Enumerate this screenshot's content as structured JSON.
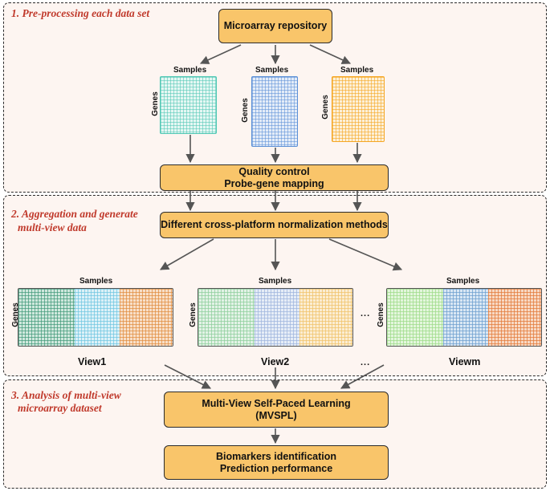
{
  "stages": {
    "s1": "1. Pre-processing each data set",
    "s2_line1": "2. Aggregation and generate",
    "s2_line2": "multi-view data",
    "s3_line1": "3. Analysis of multi-view",
    "s3_line2": "microarray dataset"
  },
  "boxes": {
    "repository": "Microarray repository",
    "qc_line1": "Quality control",
    "qc_line2": "Probe-gene mapping",
    "normalization": "Different cross-platform normalization methods",
    "mvspl_line1": "Multi-View Self-Paced Learning",
    "mvspl_line2": "(MVSPL)",
    "bio_line1": "Biomarkers identification",
    "bio_line2": "Prediction performance"
  },
  "axis": {
    "samples": "Samples",
    "genes": "Genes"
  },
  "views": {
    "view1": "View1",
    "view2": "View2",
    "viewm": "Viewm"
  },
  "ellipsis": "...",
  "colors": {
    "box_fill": "#f9c56a",
    "stage_text": "#c0392b",
    "teal": "#4fc7b3",
    "blue": "#5b8fd6",
    "orange": "#f5a623",
    "dark_green": "#3f9878",
    "light_blue": "#6cc4e0",
    "dark_orange": "#e08a3a",
    "light_green": "#8fcf9c",
    "pale_blue": "#9fb6dd",
    "pale_orange": "#f0c36a",
    "bright_green": "#9edb8a",
    "steel_blue": "#6d9fcf",
    "red_orange": "#e37a3a"
  }
}
